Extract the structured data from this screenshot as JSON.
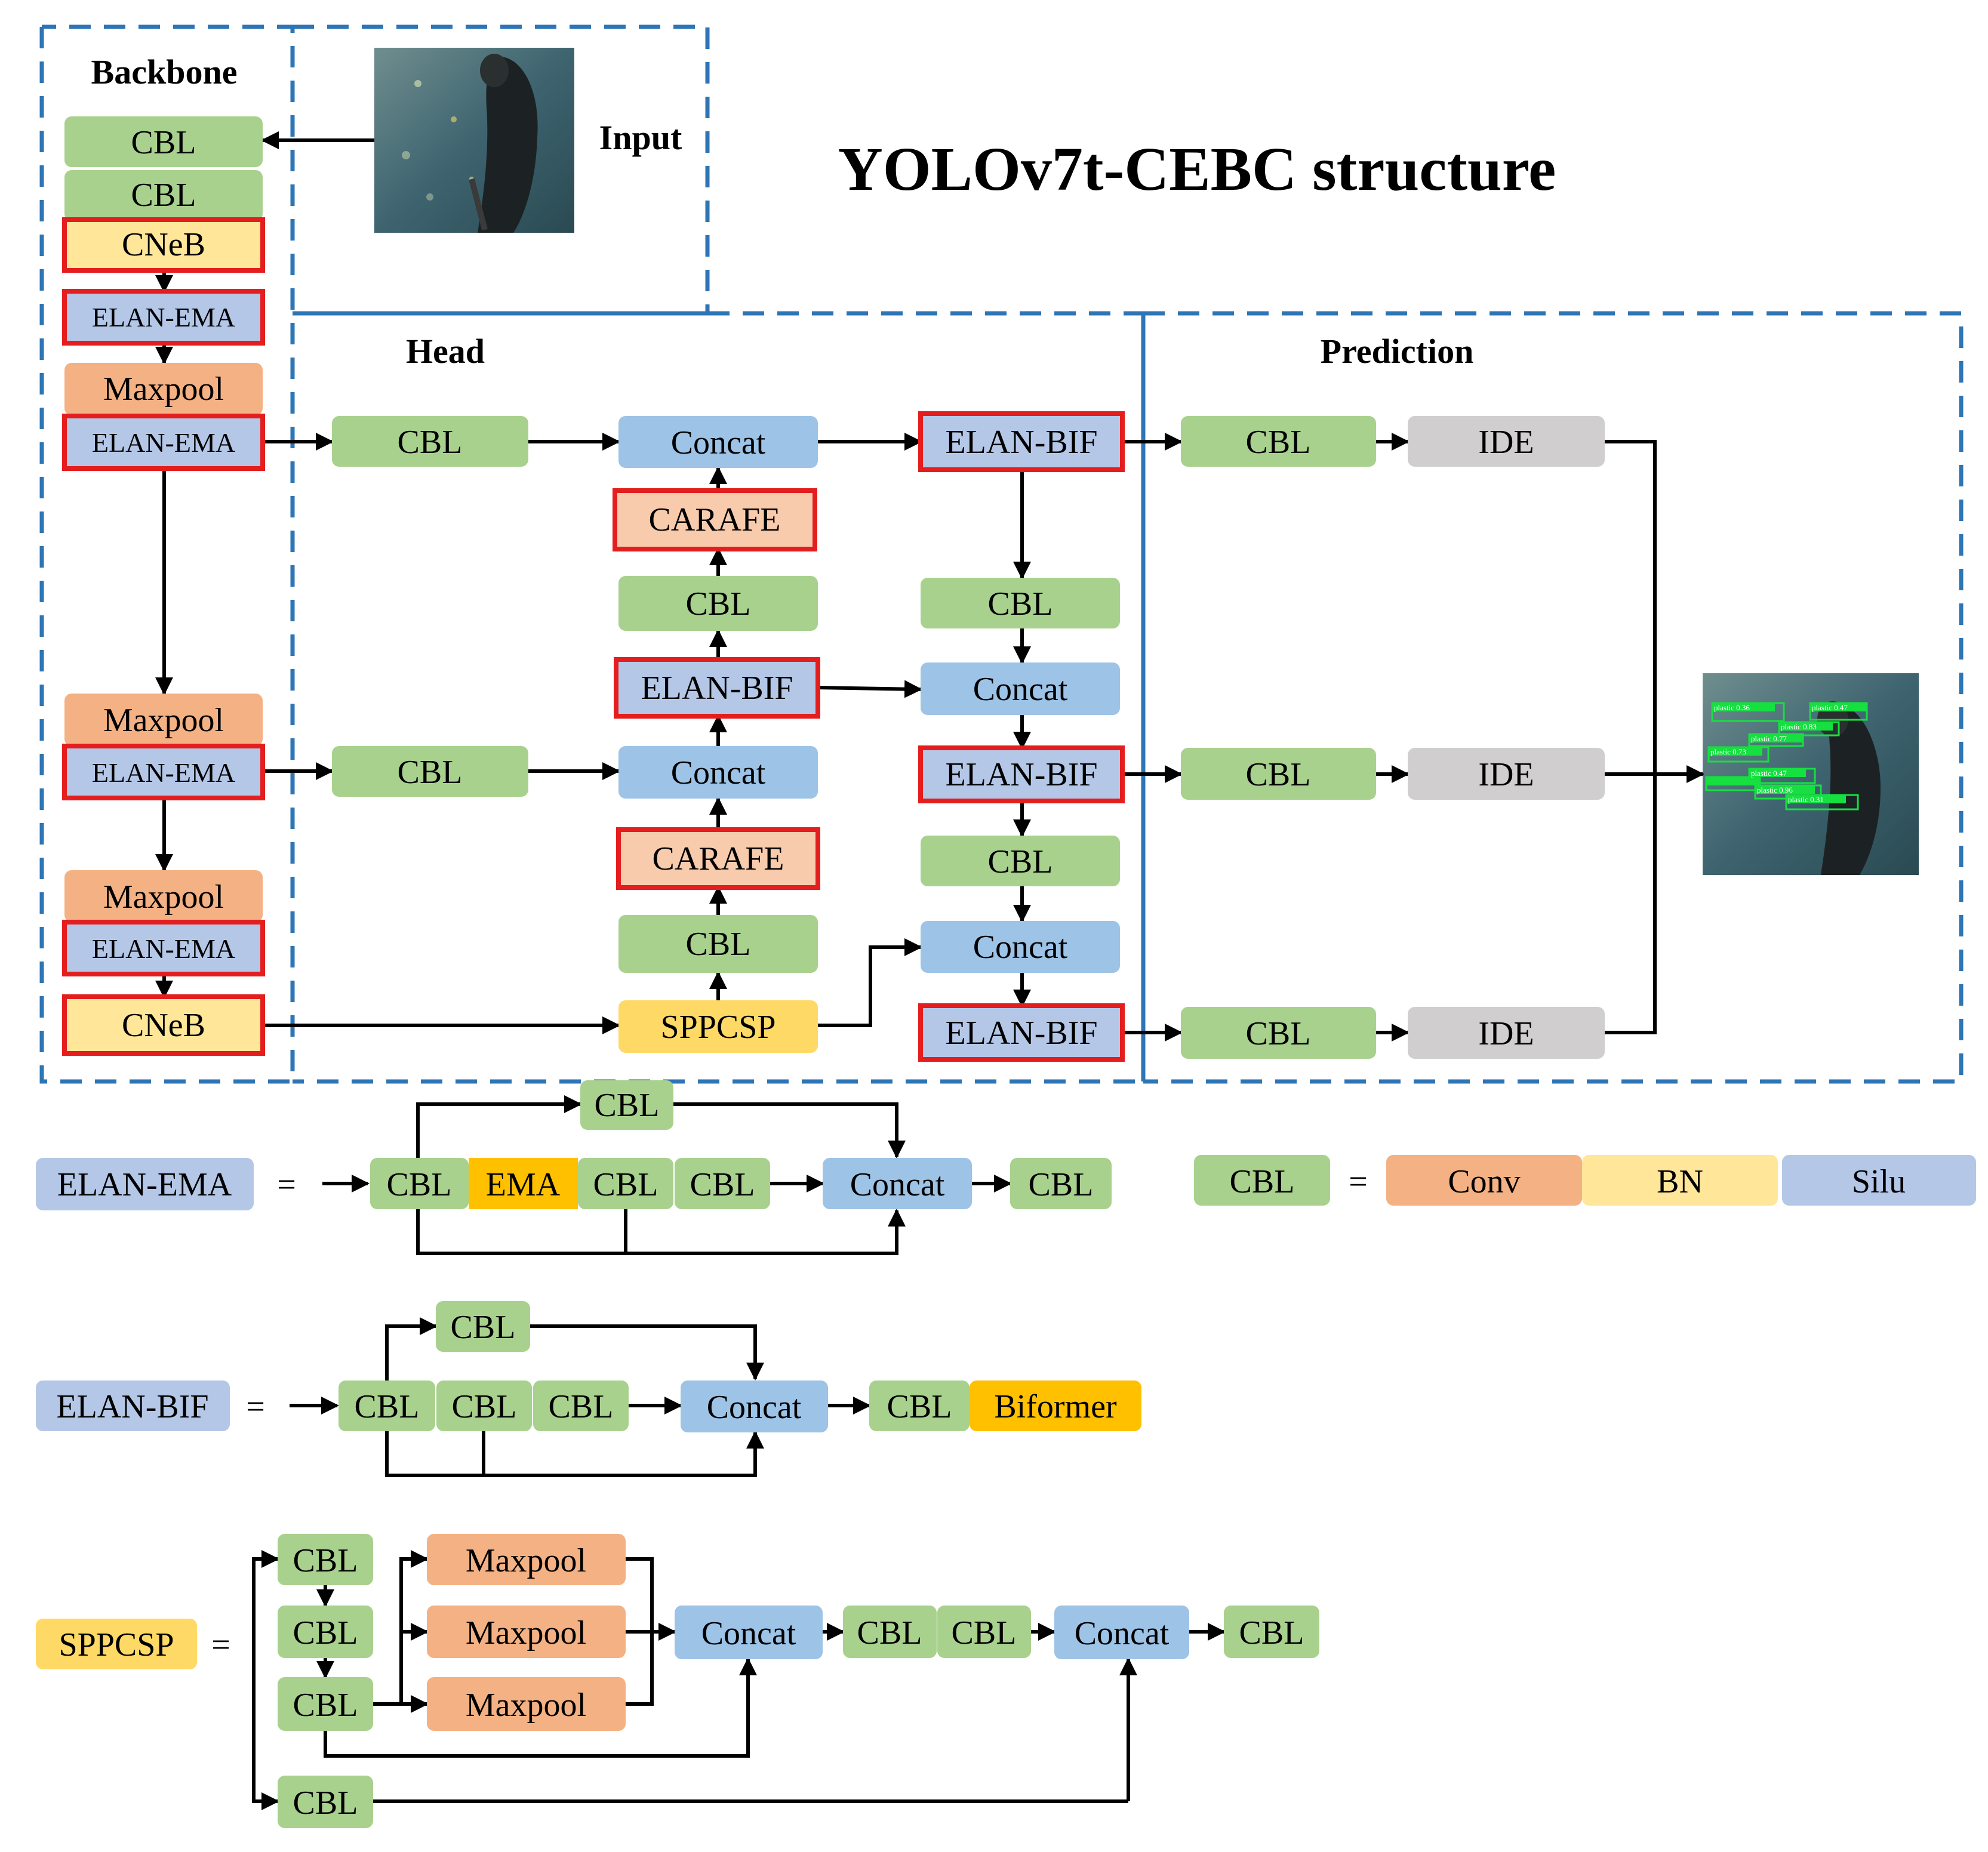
{
  "title": "YOLOv7t-CEBC structure",
  "sections": {
    "backbone": "Backbone",
    "input": "Input",
    "head": "Head",
    "prediction": "Prediction"
  },
  "colors": {
    "cbl": "#a9d18e",
    "concat": "#9dc3e6",
    "elan": "#b4c7e7",
    "maxpool": "#f4b183",
    "cneb": "#ffe699",
    "carafe": "#f8cbad",
    "sppcsp": "#ffd966",
    "ide": "#d0cece",
    "ema": "#ffc000",
    "highlight": "#e41e1e",
    "dash": "#2e75b6"
  },
  "backbone": [
    "CBL",
    "CBL",
    "CNeB",
    "ELAN-EMA",
    "Maxpool",
    "ELAN-EMA",
    "Maxpool",
    "ELAN-EMA",
    "Maxpool",
    "ELAN-EMA",
    "CNeB"
  ],
  "head": {
    "cbl_left": [
      "CBL",
      "CBL"
    ],
    "middle": [
      "Concat",
      "CARAFE",
      "CBL",
      "ELAN-BIF",
      "Concat",
      "CARAFE",
      "CBL",
      "SPPCSP"
    ],
    "right": [
      "ELAN-BIF",
      "CBL",
      "Concat",
      "ELAN-BIF",
      "CBL",
      "Concat",
      "ELAN-BIF"
    ]
  },
  "prediction": {
    "cbl": [
      "CBL",
      "CBL",
      "CBL"
    ],
    "ide": [
      "IDE",
      "IDE",
      "IDE"
    ]
  },
  "output_labels": [
    "plastic 0.36",
    "plastic 0.47",
    "plastic 0.83",
    "plastic 0.77",
    "plastic 0.73",
    "plastic 0.47",
    "plastic 0.96",
    "plastic 0.31"
  ],
  "legend": {
    "elan_ema": {
      "name": "ELAN-EMA",
      "eq": "=",
      "top": "CBL",
      "row": [
        "CBL",
        "EMA",
        "CBL",
        "CBL"
      ],
      "concat": "Concat",
      "out": "CBL"
    },
    "cbl": {
      "name": "CBL",
      "eq": "=",
      "parts": [
        "Conv",
        "BN",
        "Silu"
      ]
    },
    "elan_bif": {
      "name": "ELAN-BIF",
      "eq": "=",
      "top": "CBL",
      "row": [
        "CBL",
        "CBL",
        "CBL"
      ],
      "concat": "Concat",
      "out": [
        "CBL",
        "Biformer"
      ]
    },
    "sppcsp": {
      "name": "SPPCSP",
      "eq": "=",
      "left": [
        "CBL",
        "CBL",
        "CBL"
      ],
      "bottom": "CBL",
      "maxpool": [
        "Maxpool",
        "Maxpool",
        "Maxpool"
      ],
      "concat1": "Concat",
      "mid": [
        "CBL",
        "CBL"
      ],
      "concat2": "Concat",
      "out": "CBL"
    }
  }
}
